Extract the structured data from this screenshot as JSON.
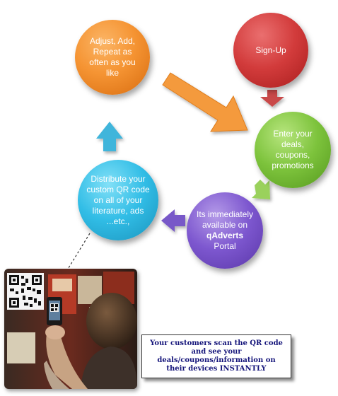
{
  "steps": {
    "adjust": "Adjust, Add, Repeat as often as you like",
    "signup": "Sign-Up",
    "deals": "Enter your deals, coupons, promotions",
    "portal_prefix": "Its immediately available on",
    "portal_brand": "qAdverts",
    "portal_suffix": "Portal",
    "distribute": "Distribute your custom QR code on all of your literature, ads ...etc.,"
  },
  "callout": {
    "text": "Your customers scan the QR code and see your deals/coupons/information on their devices INSTANTLY"
  },
  "colors": {
    "orange": "#f59433",
    "red": "#d23b3b",
    "green": "#7dc33c",
    "purple": "#7d57cf",
    "blue": "#31bde6",
    "callout_text": "#14147a"
  }
}
